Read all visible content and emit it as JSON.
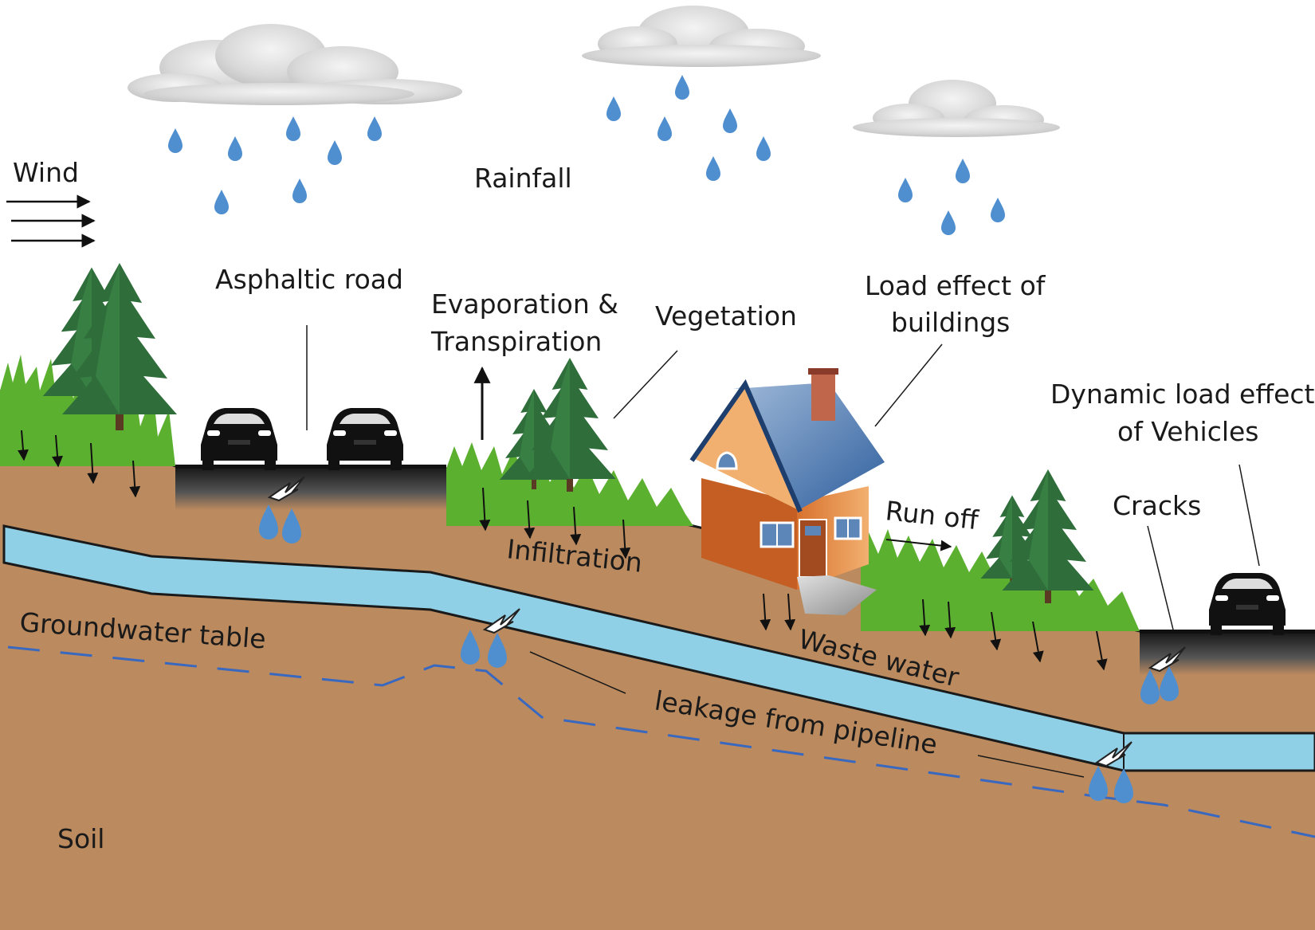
{
  "labels": {
    "wind": "Wind",
    "rainfall": "Rainfall",
    "asphaltic_road": "Asphaltic road",
    "evaporation_line1": "Evaporation &",
    "evaporation_line2": "Transpiration",
    "vegetation": "Vegetation",
    "load_buildings_line1": "Load effect of",
    "load_buildings_line2": "buildings",
    "dynamic_load_line1": "Dynamic load effect",
    "dynamic_load_line2": "of Vehicles",
    "run_off": "Run off",
    "cracks": "Cracks",
    "infiltration": "Infiltration",
    "groundwater_table": "Groundwater table",
    "waste_water": "Waste water",
    "leakage": "leakage from pipeline",
    "soil": "Soil"
  },
  "colors": {
    "soil": "#bb8a5e",
    "pipe": "#8fd0e6",
    "rain": "#4f8fd0",
    "groundwater": "#3868c0",
    "grass": "#5cb030",
    "tree": "#2f6e3b",
    "roof": "#4f7fb8",
    "house_wall": "#e89048",
    "asphalt": "#202020"
  }
}
